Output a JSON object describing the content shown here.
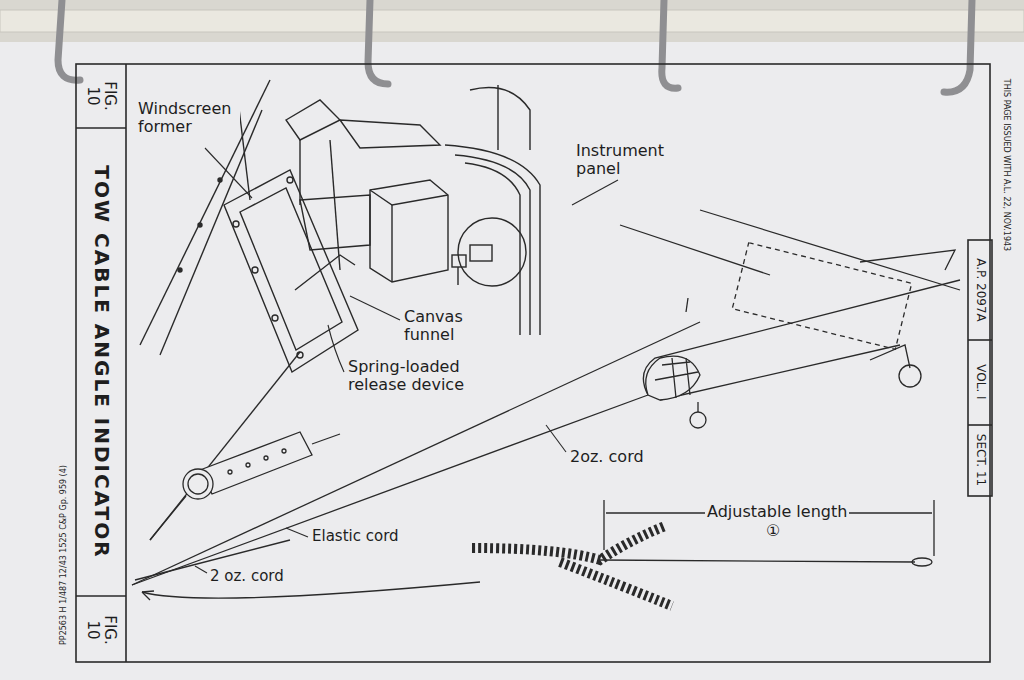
{
  "diagram": {
    "title": "TOW CABLE ANGLE INDICATOR",
    "labels": [
      "FIG. 10",
      "Windscreen former",
      "Instrument panel",
      "THIS PAGE ISSUED WITH A.L. 22, NOV.1943",
      "A.P. 2097A",
      "VOL. I",
      "SECT. 11",
      "Canvas funnel",
      "Spring-loaded release device",
      "2oz. cord",
      "Adjustable length",
      "①",
      "Elastic cord",
      "2 oz. cord",
      "PP2563 H 1/487 12/43 1525 C&P Gp. 959 (4)",
      "FIG. 10"
    ]
  }
}
